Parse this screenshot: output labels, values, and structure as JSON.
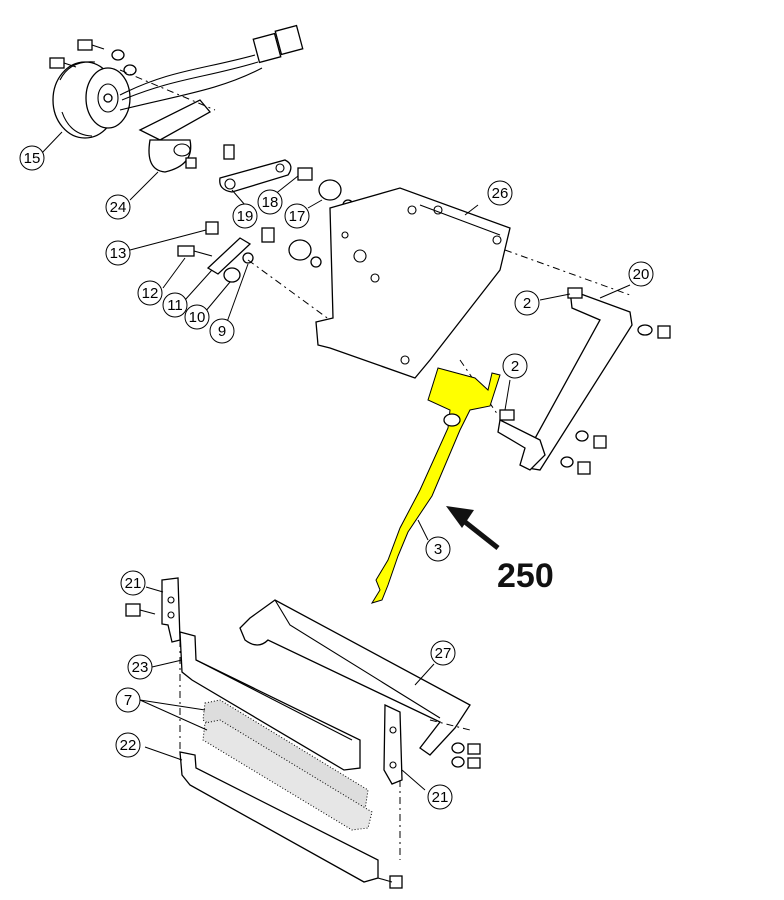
{
  "callouts": [
    {
      "id": "c15",
      "label": "15"
    },
    {
      "id": "c24",
      "label": "24"
    },
    {
      "id": "c19",
      "label": "19"
    },
    {
      "id": "c18",
      "label": "18"
    },
    {
      "id": "c17",
      "label": "17"
    },
    {
      "id": "c13",
      "label": "13"
    },
    {
      "id": "c12",
      "label": "12"
    },
    {
      "id": "c11",
      "label": "11"
    },
    {
      "id": "c10",
      "label": "10"
    },
    {
      "id": "c9",
      "label": "9"
    },
    {
      "id": "c26",
      "label": "26"
    },
    {
      "id": "c20",
      "label": "20"
    },
    {
      "id": "c2a",
      "label": "2"
    },
    {
      "id": "c2b",
      "label": "2"
    },
    {
      "id": "c3",
      "label": "3"
    },
    {
      "id": "c21a",
      "label": "21"
    },
    {
      "id": "c23",
      "label": "23"
    },
    {
      "id": "c7",
      "label": "7"
    },
    {
      "id": "c22",
      "label": "22"
    },
    {
      "id": "c27",
      "label": "27"
    },
    {
      "id": "c21b",
      "label": "21"
    }
  ],
  "highlight": {
    "label": "250",
    "part_number": "3",
    "color": "#ffff00"
  }
}
